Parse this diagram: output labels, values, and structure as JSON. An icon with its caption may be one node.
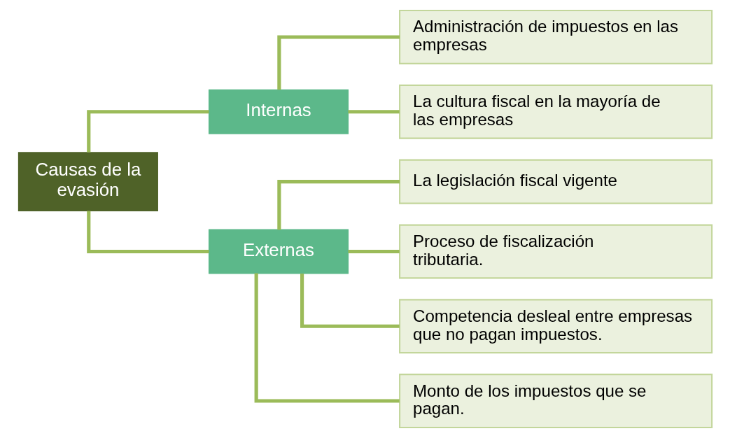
{
  "diagram": {
    "nodes": [
      {
        "text": [
          "Causas de la evasión"
        ]
      },
      {
        "text": [
          "Internas"
        ]
      },
      {
        "text": [
          "Administración de impuestos en las empresas"
        ]
      },
      {
        "text": [
          "La cultura fiscal en la mayoría de las empresas"
        ]
      },
      {
        "text": [
          "Externas"
        ]
      },
      {
        "text": [
          "La legislación fiscal vigente"
        ]
      },
      {
        "text": [
          "Proceso de fiscalización tributaria."
        ]
      },
      {
        "text": [
          "Competencia desleal entre empresas que no pagan impuestos."
        ]
      },
      {
        "text": [
          "Monto de los impuestos que se pagan."
        ]
      }
    ],
    "edges": [
      {
        "from": 0,
        "to": 1,
        "arrow": "none"
      },
      {
        "from": 0,
        "to": 4,
        "arrow": "none"
      },
      {
        "from": 1,
        "to": 2,
        "arrow": "none"
      },
      {
        "from": 1,
        "to": 3,
        "arrow": "none"
      },
      {
        "from": 4,
        "to": 5,
        "arrow": "none"
      },
      {
        "from": 4,
        "to": 6,
        "arrow": "none"
      },
      {
        "from": 4,
        "to": 7,
        "arrow": "none"
      },
      {
        "from": 4,
        "to": 8,
        "arrow": "none"
      }
    ]
  }
}
